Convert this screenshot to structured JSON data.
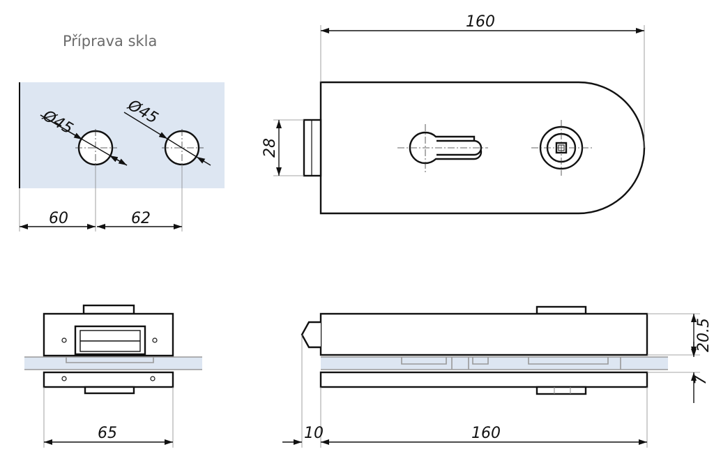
{
  "title": "Příprava skla",
  "glass_preparation": {
    "hole_1_diameter": "Ø45",
    "hole_2_diameter": "Ø45",
    "edge_to_hole_1": "60",
    "hole_1_to_hole_2": "62"
  },
  "top_view": {
    "length": "160",
    "tab_height": "28"
  },
  "front_view": {
    "width": "65"
  },
  "side_view": {
    "latch_projection": "10",
    "length": "160",
    "body_height": "20.5",
    "glass_thickness": "7"
  },
  "colors": {
    "glass": "#dde6f2",
    "title": "#6b6b6b"
  }
}
